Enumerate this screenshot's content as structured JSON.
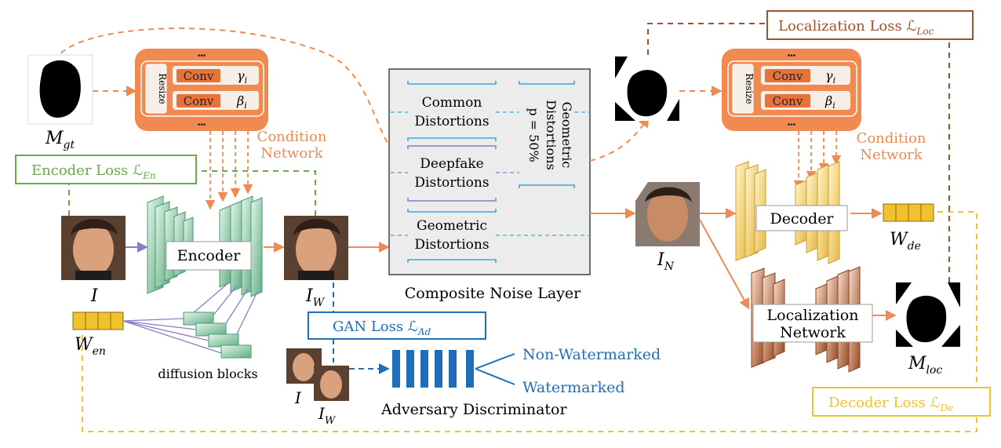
{
  "labels": {
    "m_gt": "M",
    "m_gt_sub": "gt",
    "input_i": "I",
    "w_en": "W",
    "w_en_sub": "en",
    "i_w": "I",
    "i_w_sub": "W",
    "i_n": "I",
    "i_n_sub": "N",
    "w_de": "W",
    "w_de_sub": "de",
    "m_loc": "M",
    "m_loc_sub": "loc",
    "disc_i": "I",
    "disc_iw": "I",
    "disc_iw_sub": "W"
  },
  "condition_network": {
    "label_line1": "Condition",
    "label_line2": "Network",
    "resize": "Resize",
    "conv": "Conv",
    "gamma": "γ",
    "beta": "β",
    "param_sub": "i",
    "ellipsis": "•••"
  },
  "encoder": {
    "label": "Encoder",
    "diffusion_label": "diffusion blocks"
  },
  "decoder": {
    "label": "Decoder"
  },
  "localization_network": {
    "line1": "Localization",
    "line2": "Network"
  },
  "noise_layer": {
    "title": "Composite Noise Layer",
    "common_line1": "Common",
    "common_line2": "Distortions",
    "deepfake_line1": "Deepfake",
    "deepfake_line2": "Distortions",
    "geometric_line1": "Geometric",
    "geometric_line2": "Distortions",
    "side_line1": "Geometric",
    "side_line2": "Distortions",
    "side_line3": "p = 50%"
  },
  "losses": {
    "encoder": "Encoder Loss ℒ",
    "encoder_sub": "En",
    "localization": "Localization Loss ℒ",
    "localization_sub": "Loc",
    "gan": "GAN Loss ℒ",
    "gan_sub": "Ad",
    "decoder": "Decoder Loss ℒ",
    "decoder_sub": "De"
  },
  "discriminator": {
    "label": "Adversary Discriminator",
    "out_non": "Non-Watermarked",
    "out_wm": "Watermarked"
  },
  "colors": {
    "orange": "#f08a50",
    "orange_dark": "#e8733a",
    "green": "#6aaa4a",
    "blue": "#1f6fb8",
    "yellow": "#f2c12e",
    "brown": "#a0522d",
    "purple": "#8e7cc3",
    "light_blue": "#3aa8e0"
  }
}
